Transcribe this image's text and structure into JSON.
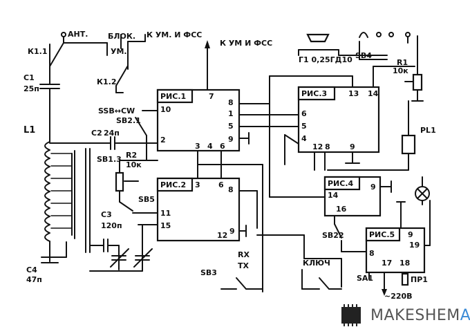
{
  "labels": {
    "ant": "АНТ.",
    "block_um": "БЛОК.",
    "block_um2": "УМ.",
    "k_um_fss_1": "К УМ. И ФСС",
    "k_um_fss_2": "К УМ И ФСС",
    "k11": "К1.1",
    "k12": "К1.2",
    "c1": "C1",
    "c1_val": "25п",
    "l1": "L1",
    "c2": "C2",
    "c2_val": "24п",
    "ssb_cw": "SSB↔CW",
    "sb21": "SB2.1",
    "sb13": "SB1.3",
    "r2": "R2",
    "r2_val": "10к",
    "sb5": "SB5",
    "c3": "C3",
    "c3_val": "120п",
    "c4": "C4",
    "c4_val": "47п",
    "sb3": "SB3",
    "rx": "RX",
    "tx": "TX",
    "g1": "Г1 0,25ГД10",
    "sb4": "SB4",
    "r1": "R1",
    "r1_val": "10к",
    "pl1": "PL1",
    "sb22": "SB22",
    "klyuch": "КЛЮЧ",
    "sa1": "SA1",
    "pr1": "ПР1",
    "v220": "~220В"
  },
  "blocks": {
    "b1": {
      "title": "РИС.1",
      "pins": {
        "p7": "7",
        "p8": "8",
        "p1": "1",
        "p5": "5",
        "p9": "9",
        "p10": "10",
        "p2": "2",
        "p3": "3",
        "p4": "4",
        "p6": "6"
      }
    },
    "b2": {
      "title": "РИС.2",
      "pins": {
        "p3": "3",
        "p6": "6",
        "p8": "8",
        "p11": "11",
        "p15": "15",
        "p9": "9",
        "p12": "12"
      }
    },
    "b3": {
      "title": "РИС.3",
      "pins": {
        "p13": "13",
        "p14": "14",
        "p6": "6",
        "p5": "5",
        "p4": "4",
        "p12": "12",
        "p8": "8",
        "p9": "9"
      }
    },
    "b4": {
      "title": "РИС.4",
      "pins": {
        "p9": "9",
        "p14": "14",
        "p16": "16"
      }
    },
    "b5": {
      "title": "РИС.5",
      "pins": {
        "p9": "9",
        "p8": "8",
        "p19": "19",
        "p17": "17",
        "p18": "18"
      }
    }
  },
  "logo": {
    "brand_main": "MAKESHEM",
    "brand_accent": "A"
  }
}
